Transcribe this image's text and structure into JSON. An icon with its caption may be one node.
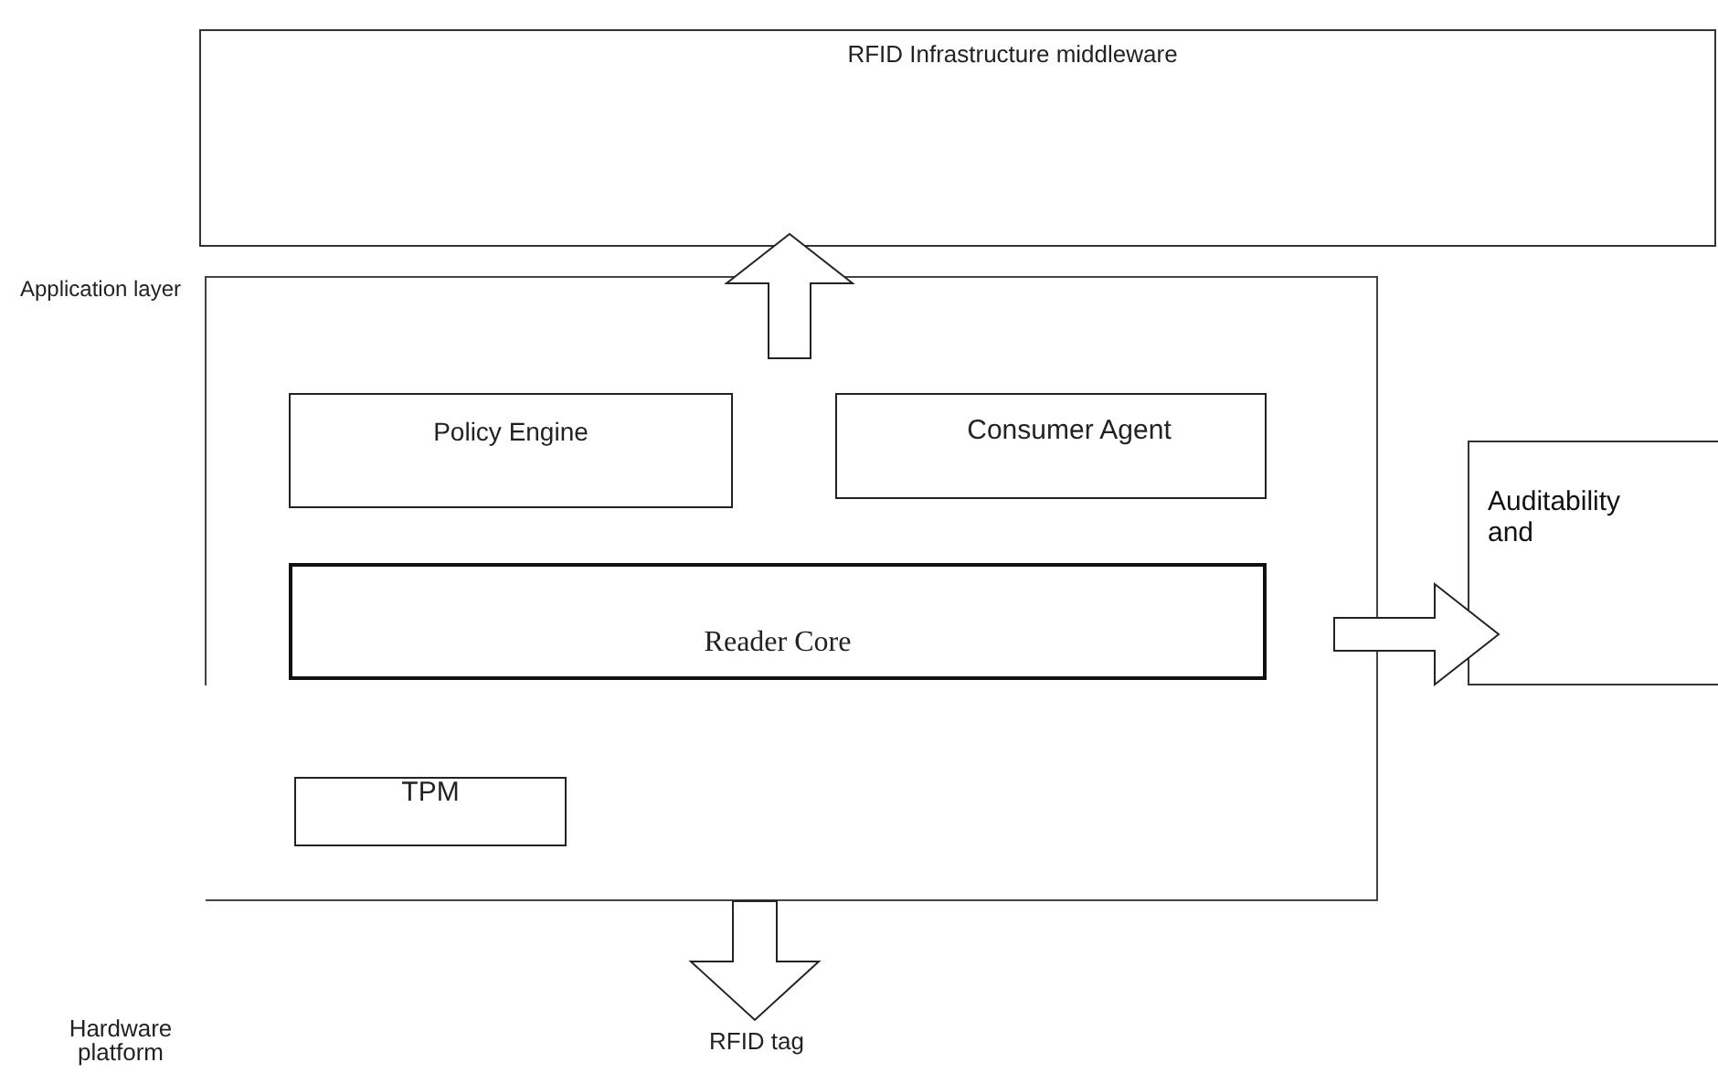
{
  "diagram": {
    "nodes": [
      {
        "text": [
          "RFID Infrastructure middleware"
        ]
      },
      {
        "text": [
          "Application layer"
        ]
      },
      {
        "text": [
          "Policy Engine"
        ],
        "in": 1
      },
      {
        "text": [
          "Consumer Agent"
        ],
        "in": 1
      },
      {
        "text": [
          "Reader Core"
        ],
        "in": 1
      },
      {
        "text": [
          "TPM"
        ],
        "in": 1
      },
      {
        "text": [
          "Auditability and"
        ]
      },
      {
        "text": [
          "RFID tag"
        ]
      }
    ],
    "edges": [
      {
        "from": 1,
        "to": 0,
        "arrow": "to"
      },
      {
        "from": 1,
        "to": 6,
        "arrow": "to"
      },
      {
        "from": 1,
        "to": 7,
        "arrow": "to"
      }
    ],
    "labels": [
      "Hardware platform"
    ]
  }
}
